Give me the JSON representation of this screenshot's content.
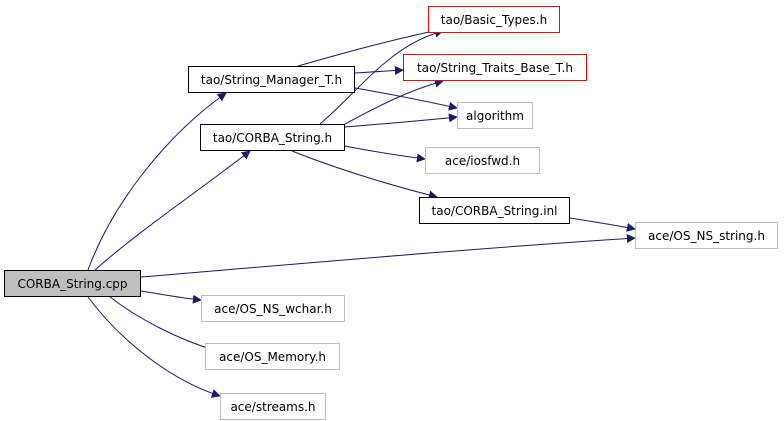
{
  "graph": {
    "edge_color": "#191970",
    "legend_colors": {
      "root_fill": "#bfbfbf",
      "documented_border": "#000000",
      "incomplete_border": "#ff0000",
      "undocumented_border": "#bfbfbf"
    },
    "nodes": [
      {
        "id": "corba_string_cpp",
        "label": "CORBA_String.cpp",
        "kind": "root"
      },
      {
        "id": "string_manager",
        "label": "tao/String_Manager_T.h",
        "kind": "documented"
      },
      {
        "id": "corba_string_h",
        "label": "tao/CORBA_String.h",
        "kind": "documented"
      },
      {
        "id": "corba_string_inl",
        "label": "tao/CORBA_String.inl",
        "kind": "documented"
      },
      {
        "id": "basic_types",
        "label": "tao/Basic_Types.h",
        "kind": "incomplete"
      },
      {
        "id": "string_traits",
        "label": "tao/String_Traits_Base_T.h",
        "kind": "incomplete"
      },
      {
        "id": "algorithm",
        "label": "algorithm",
        "kind": "undocumented"
      },
      {
        "id": "iosfwd",
        "label": "ace/iosfwd.h",
        "kind": "undocumented"
      },
      {
        "id": "os_ns_string",
        "label": "ace/OS_NS_string.h",
        "kind": "undocumented"
      },
      {
        "id": "os_ns_wchar",
        "label": "ace/OS_NS_wchar.h",
        "kind": "undocumented"
      },
      {
        "id": "os_memory",
        "label": "ace/OS_Memory.h",
        "kind": "undocumented"
      },
      {
        "id": "streams",
        "label": "ace/streams.h",
        "kind": "undocumented"
      }
    ],
    "edges": [
      {
        "from": "corba_string_cpp",
        "to": "string_manager"
      },
      {
        "from": "corba_string_cpp",
        "to": "corba_string_h"
      },
      {
        "from": "corba_string_cpp",
        "to": "os_ns_string"
      },
      {
        "from": "corba_string_cpp",
        "to": "os_ns_wchar"
      },
      {
        "from": "corba_string_cpp",
        "to": "os_memory"
      },
      {
        "from": "corba_string_cpp",
        "to": "streams"
      },
      {
        "from": "string_manager",
        "to": "basic_types"
      },
      {
        "from": "string_manager",
        "to": "string_traits"
      },
      {
        "from": "string_manager",
        "to": "algorithm"
      },
      {
        "from": "corba_string_h",
        "to": "basic_types"
      },
      {
        "from": "corba_string_h",
        "to": "string_traits"
      },
      {
        "from": "corba_string_h",
        "to": "algorithm"
      },
      {
        "from": "corba_string_h",
        "to": "iosfwd"
      },
      {
        "from": "corba_string_h",
        "to": "corba_string_inl"
      },
      {
        "from": "corba_string_inl",
        "to": "os_ns_string"
      }
    ]
  }
}
